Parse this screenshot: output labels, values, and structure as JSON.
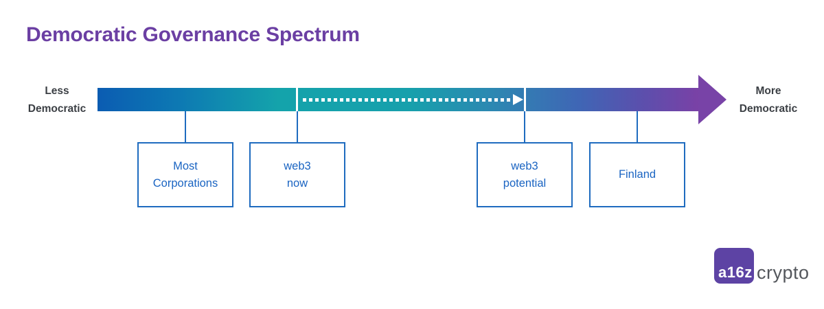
{
  "title": "Democratic Governance Spectrum",
  "spectrum": {
    "left_label": "Less\nDemocratic",
    "right_label": "More\nDemocratic",
    "gradient_colors": [
      "#0B5CB2",
      "#14A3AB",
      "#3F66B5",
      "#7A41A6"
    ],
    "dotted_arrow": {
      "color": "#FFFFFF",
      "from_tick": "web3 now",
      "to_tick": "web3 potential"
    }
  },
  "boxes": [
    {
      "label": "Most\nCorporations"
    },
    {
      "label": "web3\nnow"
    },
    {
      "label": "web3\npotential"
    },
    {
      "label": "Finland"
    }
  ],
  "logo": {
    "mark": "a16z",
    "text": "crypto"
  },
  "colors": {
    "title": "#6B3FA3",
    "axis_label": "#3B3F44",
    "box_border": "#1E6BBF",
    "box_text": "#1A64C2",
    "arrowhead": "#7843A7",
    "logo_square": "#5D43A4",
    "logo_text": "#54575C"
  }
}
